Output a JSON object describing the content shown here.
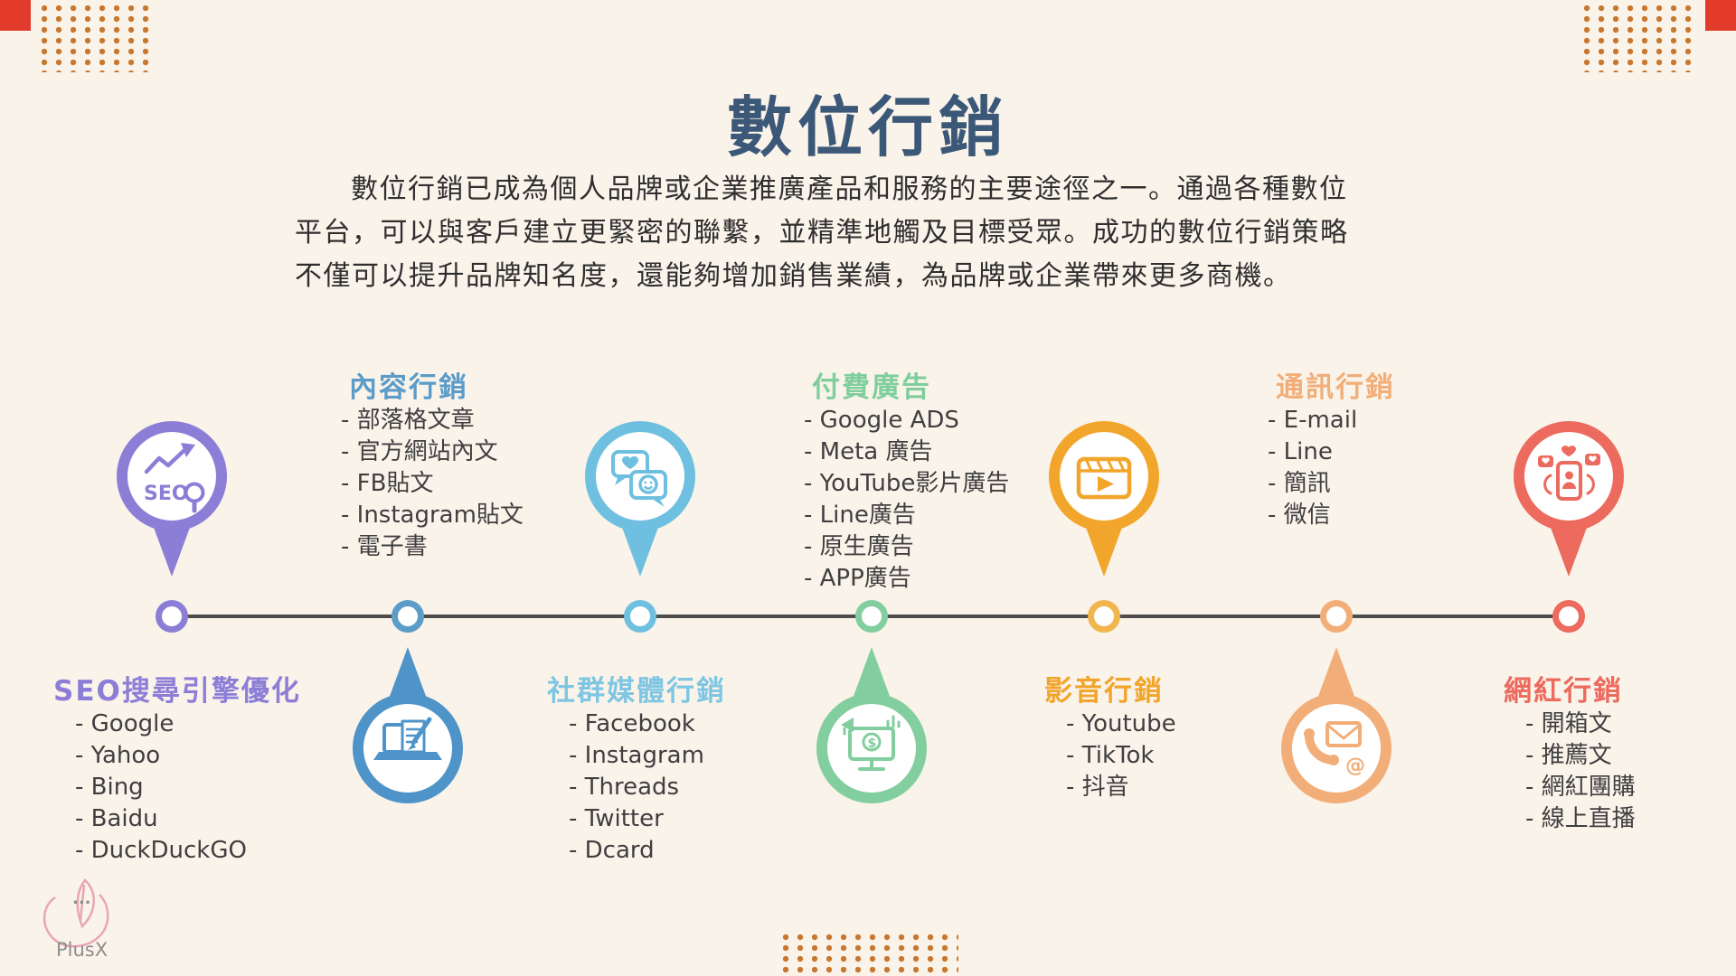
{
  "palette": {
    "background": "#FAF3EA",
    "title": "#3C5878",
    "body_text": "#2F2F2F",
    "list_text": "#3F3F3F",
    "timeline_line": "#4D4D4D",
    "dot_grid": "#C8772E",
    "corner_square": "#E23B2C",
    "purple": "#8C7ED6",
    "blue": "#5B9CC9",
    "light_blue": "#6FC0E0",
    "green": "#82CE9E",
    "gold": "#F2A52B",
    "peach": "#F2AE79",
    "coral": "#ED6A5E"
  },
  "header": {
    "title": "數位行銷",
    "intro_lines": [
      "數位行銷已成為個人品牌或企業推廣產品和服務的主要途徑之一。通過各種數位",
      "平台，可以與客戶建立更緊密的聯繫，並精準地觸及目標受眾。成功的數位行銷策略",
      "不僅可以提升品牌知名度，還能夠增加銷售業績，為品牌或企業帶來更多商機。"
    ]
  },
  "categories": [
    {
      "key": "seo",
      "heading": "SEO搜尋引擎優化",
      "color": "#8C7ED6",
      "icon": "seo-magnifier-icon",
      "icon_text": "SEO",
      "items": [
        "- Google",
        "- Yahoo",
        "- Bing",
        "- Baidu",
        "- DuckDuckGO"
      ]
    },
    {
      "key": "content",
      "heading": "內容行銷",
      "color": "#5B9CC9",
      "icon": "laptop-pencil-icon",
      "items": [
        "- 部落格文章",
        "- 官方網站內文",
        "- FB貼文",
        "- Instagram貼文",
        "- 電子書"
      ]
    },
    {
      "key": "social",
      "heading": "社群媒體行銷",
      "color": "#6FC0E0",
      "icon": "chat-bubbles-icon",
      "items": [
        "- Facebook",
        "- Instagram",
        "- Threads",
        "- Twitter",
        "- Dcard"
      ]
    },
    {
      "key": "paid",
      "heading": "付費廣告",
      "color": "#82CE9E",
      "icon": "ads-monitor-icon",
      "icon_text": "$",
      "items": [
        "- Google ADS",
        "- Meta 廣告",
        "- YouTube影片廣告",
        "- Line廣告",
        "- 原生廣告",
        "- APP廣告"
      ]
    },
    {
      "key": "video",
      "heading": "影音行銷",
      "color": "#F2A52B",
      "icon": "clapperboard-icon",
      "items": [
        "- Youtube",
        "- TikTok",
        "- 抖音"
      ]
    },
    {
      "key": "messaging",
      "heading": "通訊行銷",
      "color": "#F2AE79",
      "icon": "phone-mail-icon",
      "icon_text": "@",
      "items": [
        "- E-mail",
        "- Line",
        "- 簡訊",
        "- 微信"
      ]
    },
    {
      "key": "influencer",
      "heading": "網紅行銷",
      "color": "#ED6A5E",
      "icon": "influencer-phone-icon",
      "items": [
        "- 開箱文",
        "- 推薦文",
        "- 網紅團購",
        "- 線上直播"
      ]
    }
  ],
  "logo": {
    "dots": "...",
    "name": "PlusX"
  }
}
